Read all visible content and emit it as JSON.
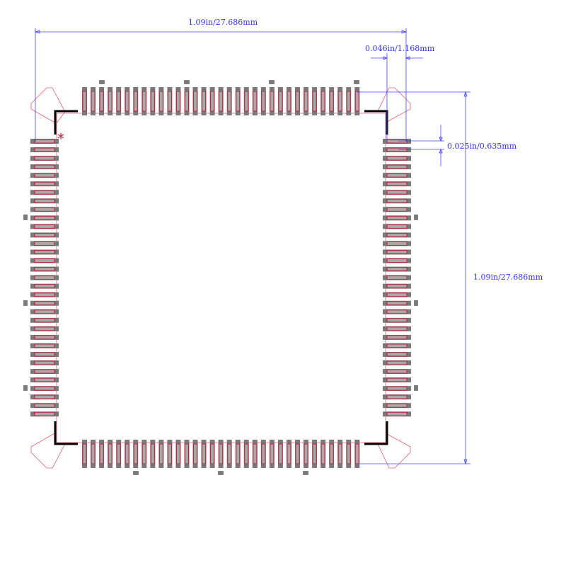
{
  "footprint": {
    "pins_per_side": 33,
    "colors": {
      "pad": "#7a7a7a",
      "pad_inner": "#a8a8a8",
      "copper_outline": "#c0203a",
      "courtyard": "#e06070",
      "silkscreen": "#000000",
      "dimension": "#4040ff",
      "pin1_marker": "#c0203a"
    },
    "pin1_marker": "*"
  },
  "dimensions": {
    "overall_width": "1.09in/27.686mm",
    "overall_height": "1.09in/27.686mm",
    "pad_length": "0.046in/1.168mm",
    "pitch": "0.025in/0.635mm"
  }
}
